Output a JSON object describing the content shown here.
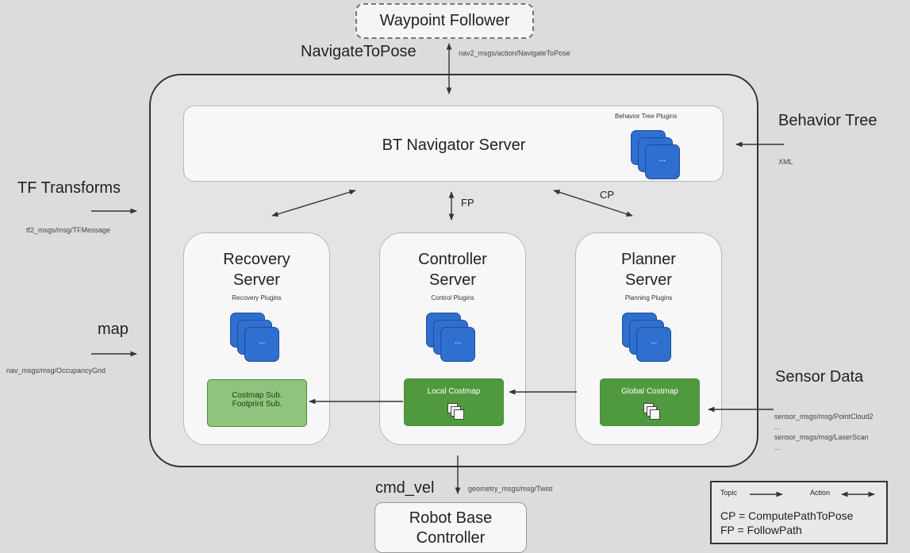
{
  "waypoint_follower": "Waypoint Follower",
  "navigate_to_pose": {
    "label": "NavigateToPose",
    "msg": "nav2_msgs/action/NavigateToPose"
  },
  "bt_navigator": {
    "title": "BT Navigator Server",
    "plugins": "Behavior Tree Plugins",
    "stack_symbol": "..."
  },
  "behavior_tree": {
    "label": "Behavior Tree",
    "msg": "XML"
  },
  "tf_transforms": {
    "label": "TF Transforms",
    "msg": "tf2_msgs/msg/TFMessage"
  },
  "map": {
    "label": "map",
    "msg": "nav_msgs/msg/OccupancyGrid"
  },
  "sensor_data": {
    "label": "Sensor Data",
    "msg1": "sensor_msgs/msg/PointCloud2",
    "dots1": "...",
    "msg2": "sensor_msgs/msg/LaserScan",
    "dots2": "..."
  },
  "edges": {
    "fp": "FP",
    "cp": "CP"
  },
  "recovery_server": {
    "title_line1": "Recovery",
    "title_line2": "Server",
    "plugins": "Recovery Plugins",
    "stack_symbol": "...",
    "costmap_line1": "Costmap Sub.",
    "costmap_line2": "Footprint Sub."
  },
  "controller_server": {
    "title_line1": "Controller",
    "title_line2": "Server",
    "plugins": "Control Plugins",
    "stack_symbol": "...",
    "costmap": "Local Costmap"
  },
  "planner_server": {
    "title_line1": "Planner",
    "title_line2": "Server",
    "plugins": "Planning Plugins",
    "stack_symbol": "...",
    "costmap": "Global Costmap"
  },
  "cmd_vel": {
    "label": "cmd_vel",
    "msg": "geometry_msgs/msg/Twist"
  },
  "robot_base": {
    "line1": "Robot Base",
    "line2": "Controller"
  },
  "legend": {
    "topic": "Topic",
    "action": "Action",
    "cp_def": "CP = ComputePathToPose",
    "fp_def": "FP = FollowPath"
  },
  "colors": {
    "plugin_blue": "#2f6fd0",
    "costmap_light_green": "#8fc47e",
    "costmap_dark_green": "#4f9a3e",
    "background": "#dcdcdc"
  }
}
